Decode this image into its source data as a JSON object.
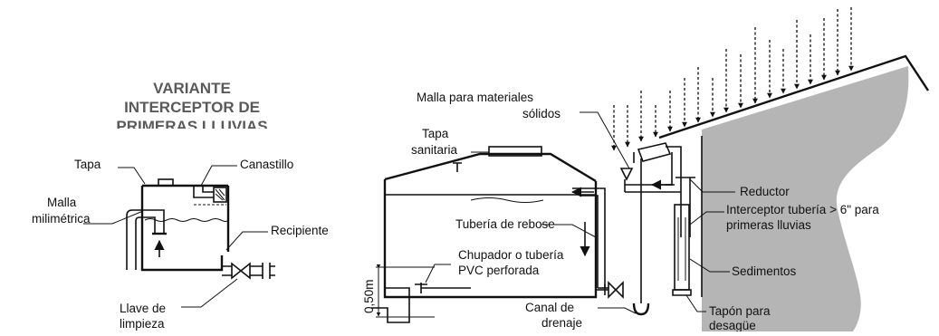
{
  "left": {
    "title_lines": [
      "VARIANTE",
      "INTERCEPTOR DE",
      "PRIMERAS LLUVIAS"
    ],
    "labels": {
      "tapa": "Tapa",
      "canastillo": "Canastillo",
      "malla_1": "Malla",
      "malla_2": "milimétrica",
      "recipiente": "Recipiente",
      "llave_1": "Llave de",
      "llave_2": "limpieza"
    }
  },
  "right": {
    "labels": {
      "malla_materiales_1": "Malla para materiales",
      "malla_materiales_2": "sólidos",
      "tapa_sanitaria_1": "Tapa",
      "tapa_sanitaria_2": "sanitaria",
      "reductor": "Reductor",
      "interceptor_1": "Interceptor tubería > 6\" para",
      "interceptor_2": "primeras lluvias",
      "tuberia_rebose": "Tubería de rebose",
      "chupador_1": "Chupador o tubería",
      "chupador_2": "PVC perforada",
      "sedimentos": "Sedimentos",
      "altura": "0,50m",
      "canal_1": "Canal de",
      "canal_2": "drenaje",
      "tapon_1": "Tapón para",
      "tapon_2": "desagüe"
    }
  },
  "colors": {
    "wall_fill": "#b5b5b5",
    "line": "#111111",
    "title": "#5a5a5a"
  }
}
